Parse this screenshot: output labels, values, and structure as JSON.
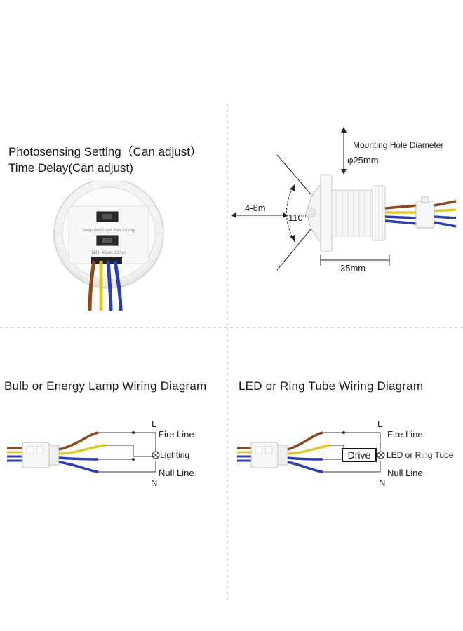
{
  "photo_panel": {
    "line1": "Photosensing Setting（Can adjust）",
    "line2": "Time Delay(Can adjust)",
    "dial_top_label": "Deep dark Light dark All day",
    "dial_bottom_label": "5Min 45sec 15Sec"
  },
  "dimension_panel": {
    "mounting_label": "Mounting Hole Diameter",
    "diameter": "φ25mm",
    "range": "4-6m",
    "angle": "110°",
    "length": "35mm"
  },
  "bulb_diagram": {
    "title": "Bulb or Energy Lamp Wiring Diagram",
    "top_letter": "L",
    "fire_line": "Fire Line",
    "lighting": "Lighting",
    "null_line": "Null Line",
    "bottom_letter": "N"
  },
  "led_diagram": {
    "title": "LED or Ring Tube Wiring Diagram",
    "top_letter": "L",
    "fire_line": "Fire Line",
    "drive": "Drive",
    "led_label": "LED or Ring Tube",
    "null_line": "Null Line",
    "bottom_letter": "N"
  },
  "colors": {
    "brown": "#7a3a1a",
    "yellow": "#d8c21a",
    "blue": "#2a3aa8",
    "divider": "#bbbbbb"
  }
}
